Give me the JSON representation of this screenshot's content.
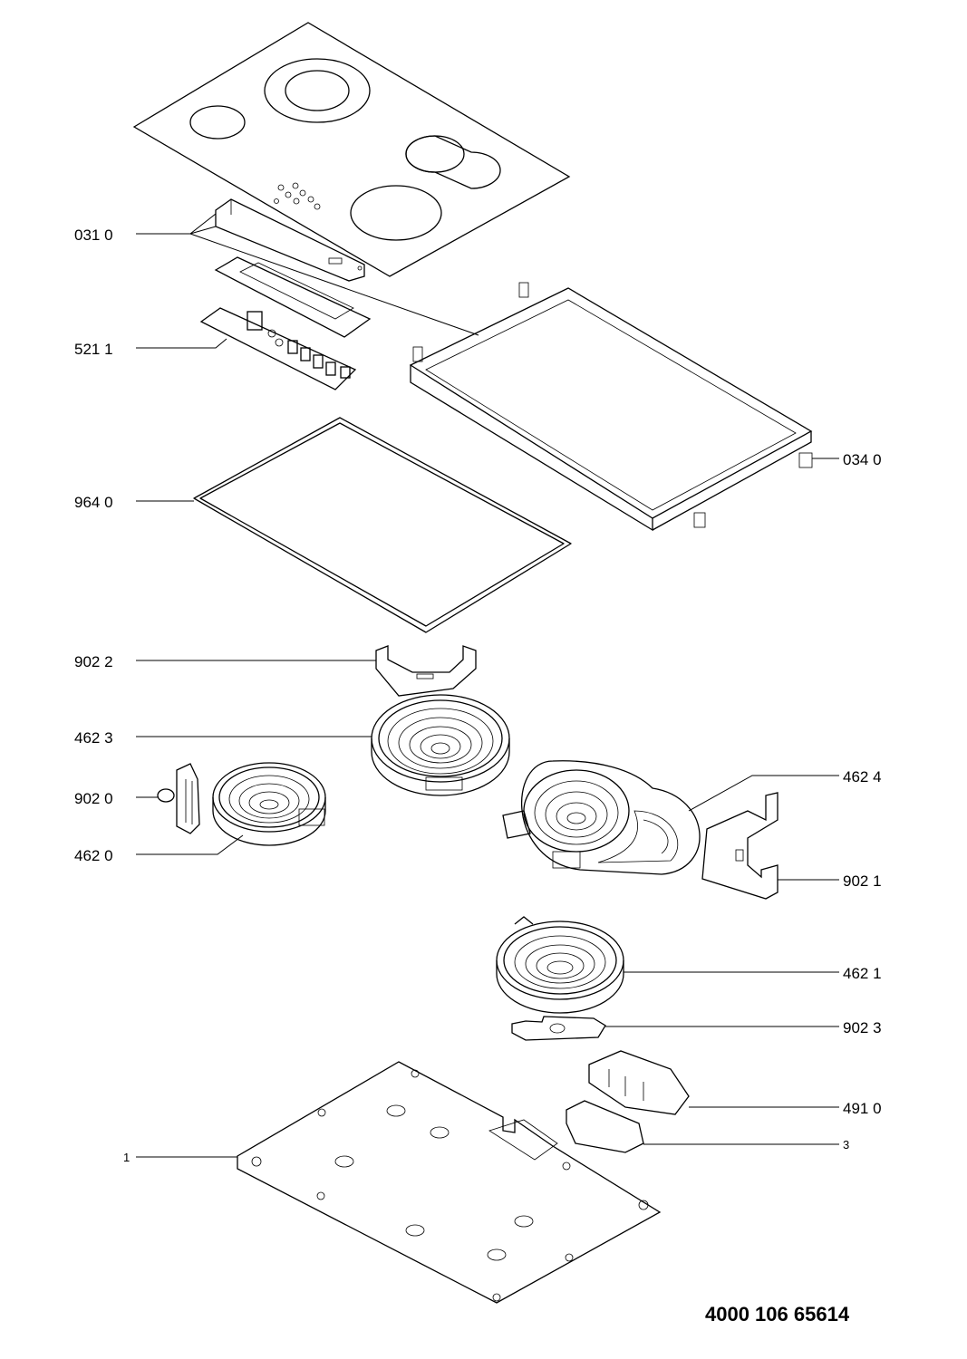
{
  "diagram": {
    "title": "Exploded parts diagram - ceramic hob",
    "document_number": "4000 106 65614",
    "labels": {
      "p0310": "031 0",
      "p5211": "521 1",
      "p9640": "964 0",
      "p0340": "034 0",
      "p9022": "902 2",
      "p4623": "462 3",
      "p9020": "902 0",
      "p4620": "462 0",
      "p4624": "462 4",
      "p9021": "902 1",
      "p4621": "462 1",
      "p9023": "902 3",
      "p4910": "491 0",
      "p1": "1",
      "p3": "3"
    }
  }
}
